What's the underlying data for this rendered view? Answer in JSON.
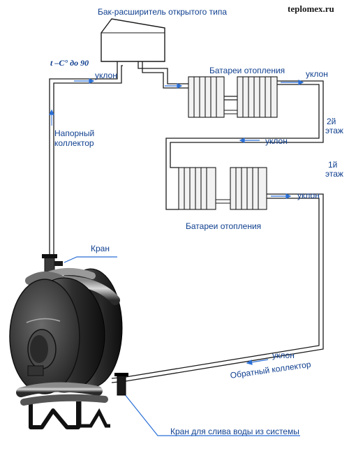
{
  "watermark": "teplomex.ru",
  "labels": {
    "expansion_tank": "Бак-расширитель открытого типа",
    "temperature": "t –C° до 90",
    "batteries_top": "Батареи отопления",
    "batteries_bottom": "Батареи отопления",
    "slope_1": "уклон",
    "slope_2": "уклон",
    "slope_3": "уклон",
    "slope_4": "уклон",
    "slope_5": "уклон",
    "floor_2_line1": "2й",
    "floor_2_line2": "этаж",
    "floor_1_line1": "1й",
    "floor_1_line2": "этаж",
    "supply_line1": "Напорный",
    "supply_line2": "коллектор",
    "valve": "Кран",
    "return_collector": "Обратный коллектор",
    "drain_valve": "Кран для слива воды из системы"
  },
  "colors": {
    "pipe": "#1a1a1a",
    "arrow": "#2a6fd6",
    "label": "#0f3f8f",
    "radiator": "#f2f2f2"
  }
}
